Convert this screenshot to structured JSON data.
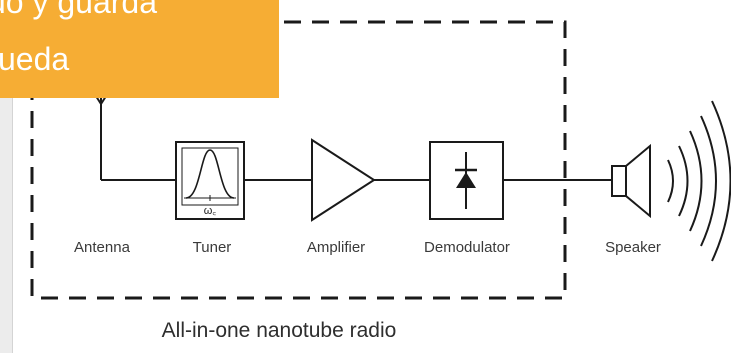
{
  "overlay": {
    "line1": "uo y guarda",
    "line2": "ueda"
  },
  "components": [
    {
      "id": "antenna",
      "label": "Antenna"
    },
    {
      "id": "tuner",
      "label": "Tuner",
      "sublabel": "ω꜀"
    },
    {
      "id": "amplifier",
      "label": "Amplifier"
    },
    {
      "id": "demodulator",
      "label": "Demodulator"
    },
    {
      "id": "speaker",
      "label": "Speaker"
    }
  ],
  "caption": "All-in-one nanotube radio"
}
